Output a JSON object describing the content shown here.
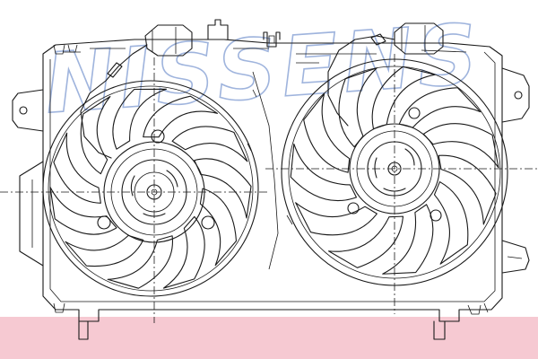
{
  "watermark": {
    "text": "NISSENS",
    "color": "#9fb4dd",
    "band_color": "#f6c9d2"
  },
  "colors": {
    "line": "#1a1a1a",
    "background": "#ffffff"
  },
  "fans": [
    {
      "name": "left-fan",
      "blades": 11,
      "rotation_deg": 0
    },
    {
      "name": "right-fan",
      "blades": 11,
      "rotation_deg": 14
    }
  ]
}
